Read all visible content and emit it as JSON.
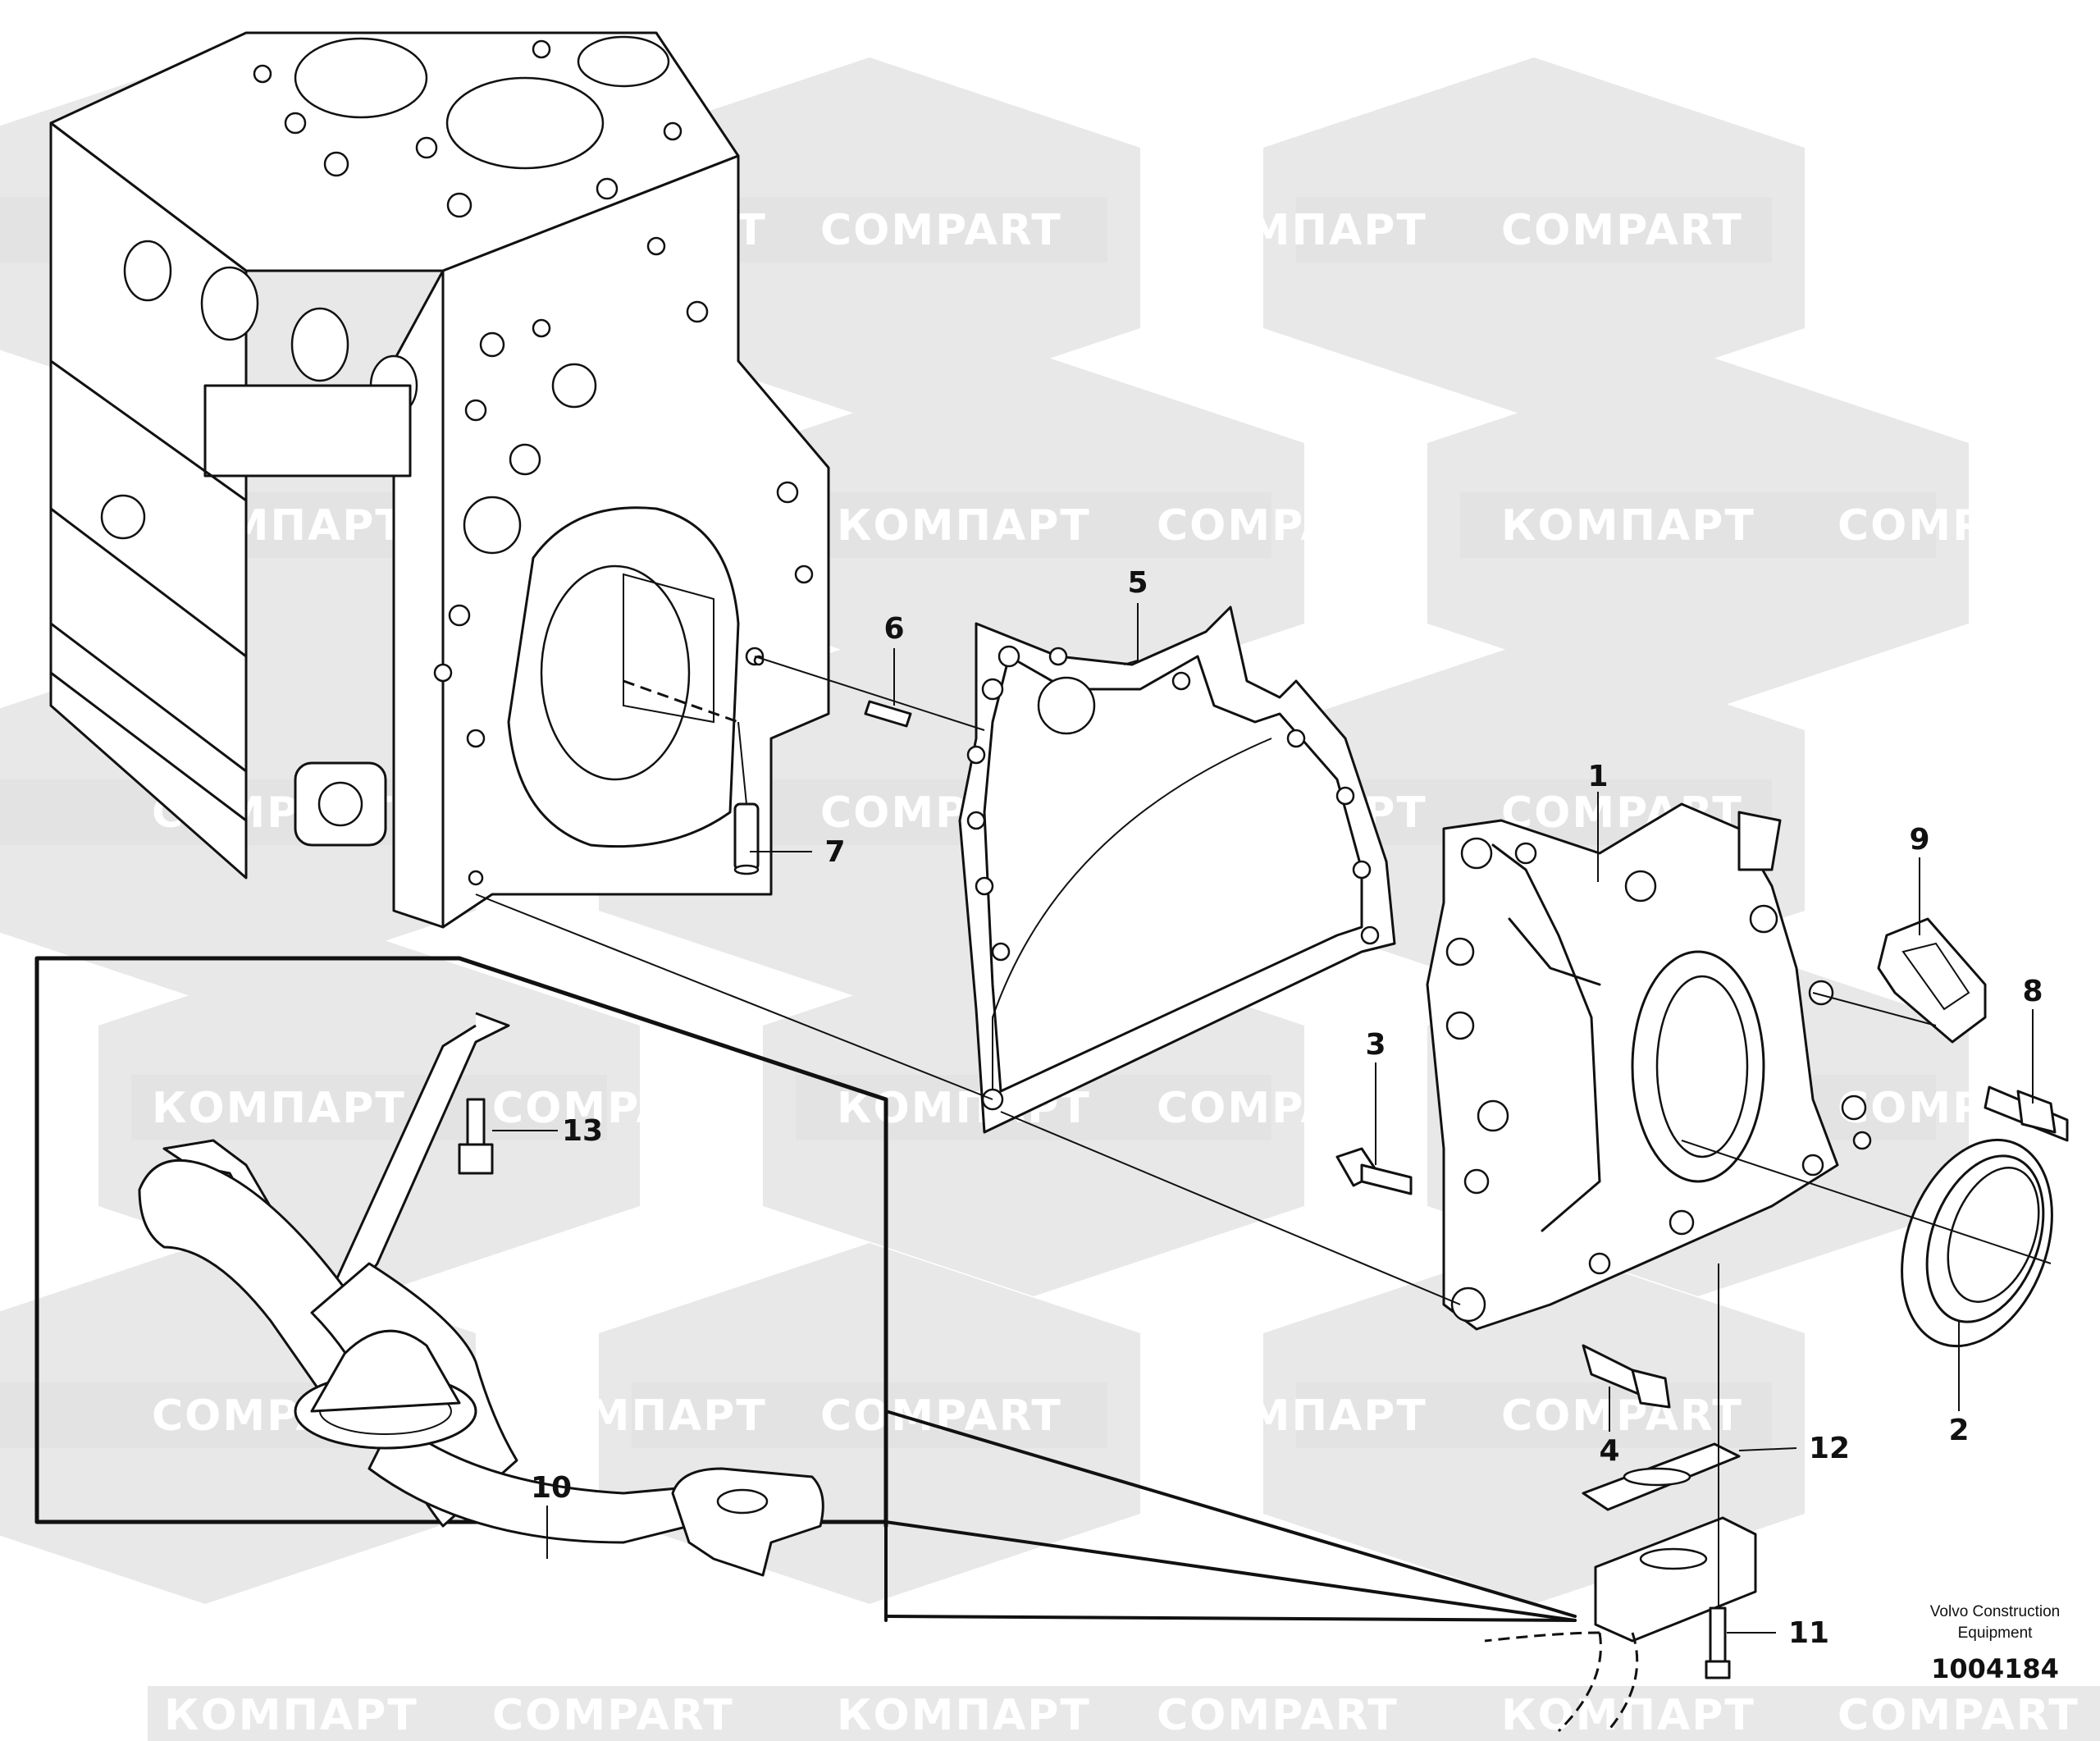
{
  "watermark": {
    "text_cyrillic": "КОМПАРТ",
    "text_latin": "COMPART",
    "color": "#e6e6e6"
  },
  "callouts": [
    {
      "id": "1",
      "label": "1"
    },
    {
      "id": "2",
      "label": "2"
    },
    {
      "id": "3",
      "label": "3"
    },
    {
      "id": "4",
      "label": "4"
    },
    {
      "id": "5",
      "label": "5"
    },
    {
      "id": "6",
      "label": "6"
    },
    {
      "id": "7",
      "label": "7"
    },
    {
      "id": "8",
      "label": "8"
    },
    {
      "id": "9",
      "label": "9"
    },
    {
      "id": "10",
      "label": "10"
    },
    {
      "id": "11",
      "label": "11"
    },
    {
      "id": "12",
      "label": "12"
    },
    {
      "id": "13",
      "label": "13"
    }
  ],
  "caption": {
    "line1": "Volvo Construction",
    "line2": "Equipment",
    "document_number": "1004184"
  }
}
